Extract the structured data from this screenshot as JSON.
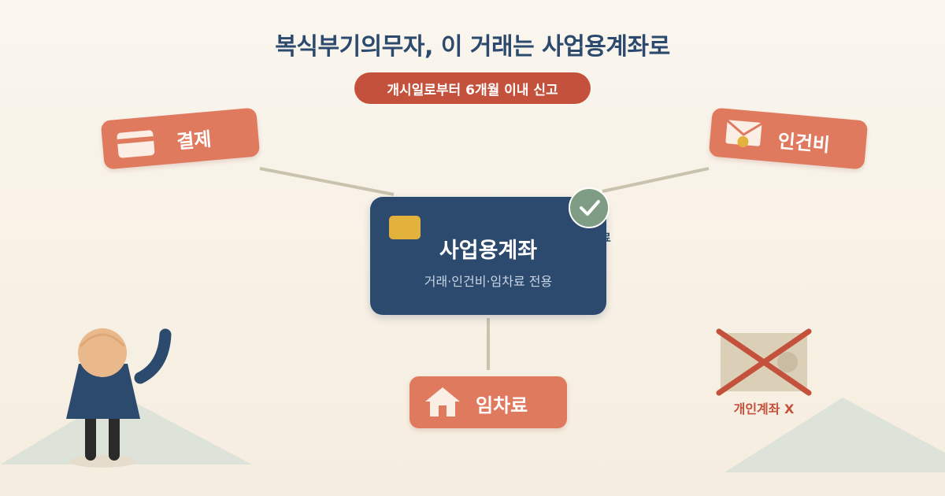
{
  "title": "복식부기의무자, 이 거래는 사업용계좌로",
  "deadline_pill": "개시일로부터 6개월 이내 신고",
  "center_card": {
    "title": "사업용계좌",
    "subtitle": "거래·인건비·임차료 전용"
  },
  "badge": {
    "label": "신고완료",
    "icon": "check-icon"
  },
  "branches": [
    {
      "label": "결제",
      "icon": "credit-card-icon"
    },
    {
      "label": "인건비",
      "icon": "envelope-icon"
    },
    {
      "label": "임차료",
      "icon": "house-icon"
    }
  ],
  "personal_account": {
    "label": "개인계좌 X",
    "icon": "banknote-crossed-icon"
  },
  "colors": {
    "navy": "#2c4a6e",
    "coral": "#e07a5f",
    "red": "#c4513b",
    "sage": "#7f9c84",
    "gold": "#e3b23c",
    "background": "#f8f2e7"
  }
}
